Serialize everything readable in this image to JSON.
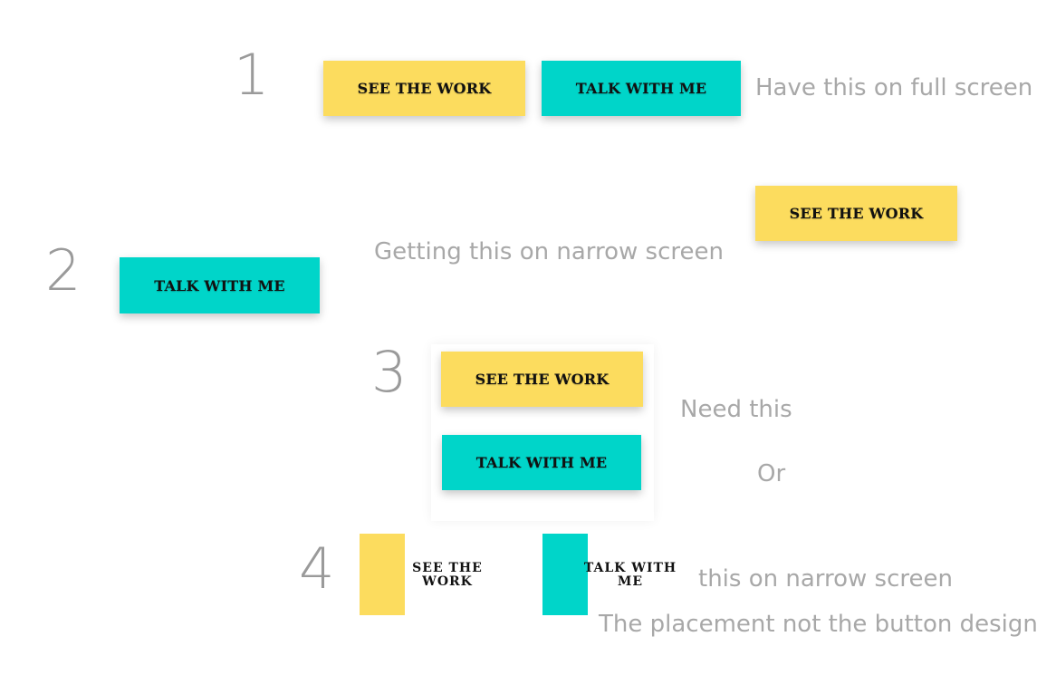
{
  "step_numbers": [
    "1",
    "2",
    "3",
    "4"
  ],
  "buttons": {
    "see_the_work": "SEE THE WORK",
    "talk_with_me": "TALK WITH ME"
  },
  "labels": {
    "see_the_work_line1": "SEE THE",
    "see_the_work_line2": "WORK",
    "talk_with_me_line1": "TALK WITH",
    "talk_with_me_line2": "ME"
  },
  "notes": {
    "full_screen": "Have this on full screen",
    "narrow_getting": "Getting this on narrow screen",
    "need_this": "Need this",
    "or": "Or",
    "this_narrow": "this on narrow screen",
    "placement": "The placement not the button design"
  },
  "colors": {
    "yellow": "#fcdc5e",
    "teal": "#00d5c9",
    "note_gray": "#a8a8a8"
  }
}
